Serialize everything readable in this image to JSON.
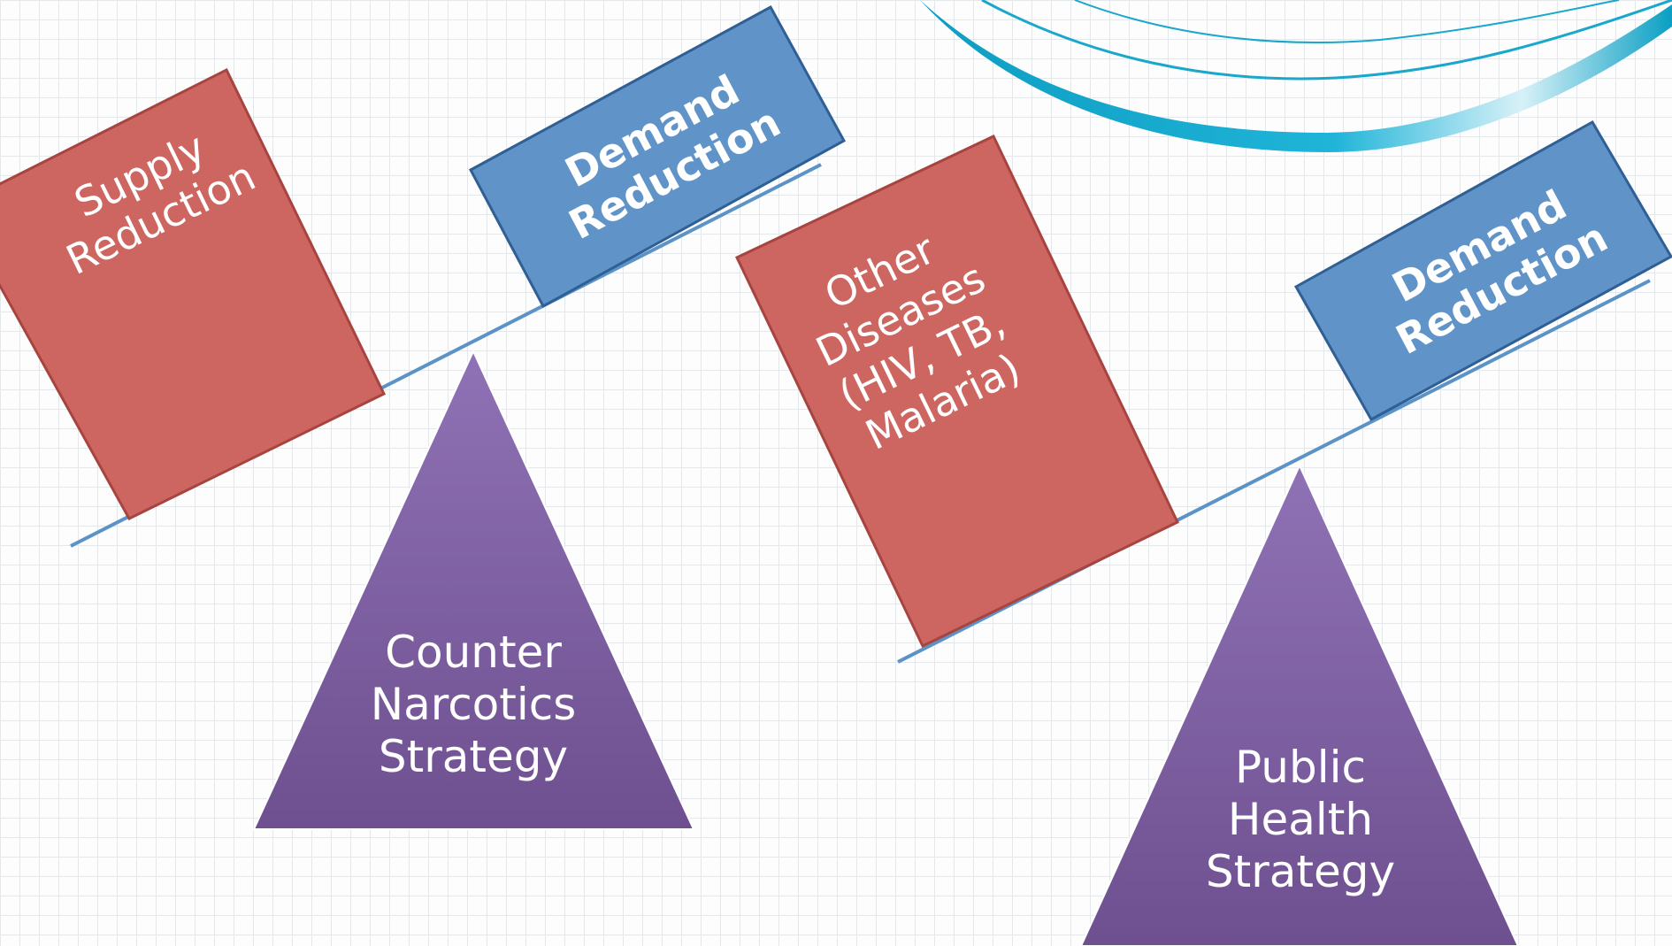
{
  "colors": {
    "red_box": "#cd6660",
    "blue_box": "#6094c8",
    "triangle_top": "#8f72b5",
    "triangle_bottom": "#6e5090",
    "beam": "#5b93c6",
    "swoosh": "#0a9fc3",
    "label_text": "#ffffff"
  },
  "scale_left": {
    "supply_box": [
      "Supply",
      "Reduction"
    ],
    "demand_box": [
      "Demand",
      "Reduction"
    ],
    "fulcrum": [
      "Counter",
      "Narcotics",
      "Strategy"
    ]
  },
  "scale_right": {
    "diseases_box": [
      "Other",
      "Diseases",
      "(HIV, TB,",
      "Malaria)"
    ],
    "demand_box": [
      "Demand",
      "Reduction"
    ],
    "fulcrum": [
      "Public",
      "Health",
      "Strategy"
    ]
  }
}
